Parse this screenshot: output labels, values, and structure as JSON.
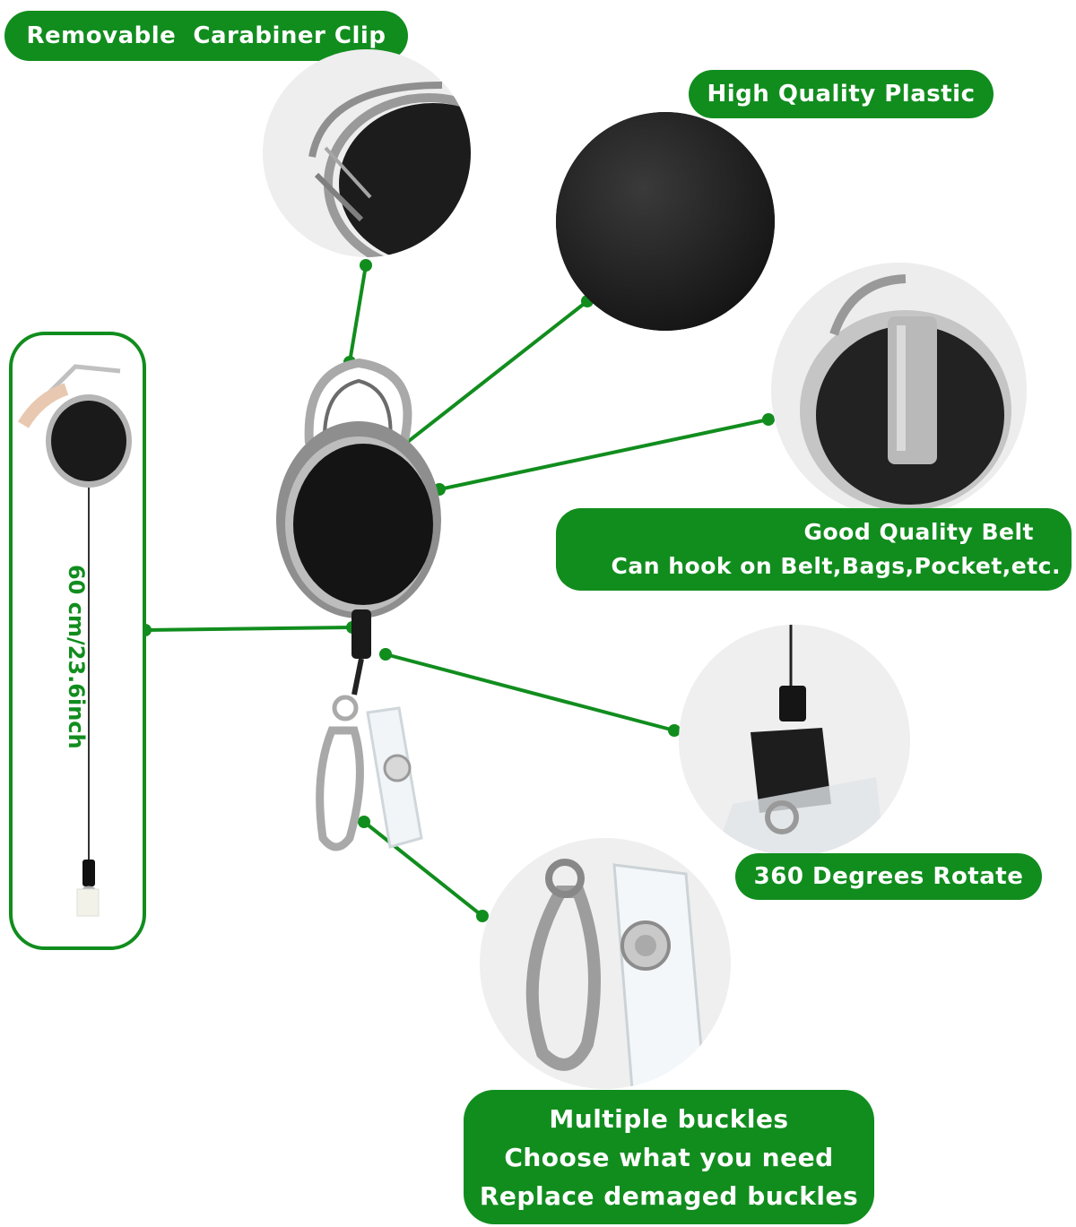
{
  "labels": {
    "carabiner": "Removable  Carabiner Clip",
    "plastic": "High Quality Plastic",
    "belt": [
      "Good Quality Belt",
      "Can hook on Belt,Bags,Pocket,etc."
    ],
    "rotate": "360 Degrees Rotate",
    "buckles": [
      "Multiple buckles",
      "Choose what you need",
      "Replace demaged buckles"
    ],
    "length": "60 cm/23.6inch"
  },
  "colors": {
    "accent_green": "#118d1e",
    "text_white": "#ffffff",
    "product_black": "#1e1e1e",
    "metal_silver": "#b8b8b8"
  },
  "icons": [
    "carabiner-clip-closeup",
    "plastic-texture-closeup",
    "belt-clip-closeup",
    "swivel-closeup",
    "buckles-closeup",
    "badge-reel-product",
    "extended-reel"
  ]
}
